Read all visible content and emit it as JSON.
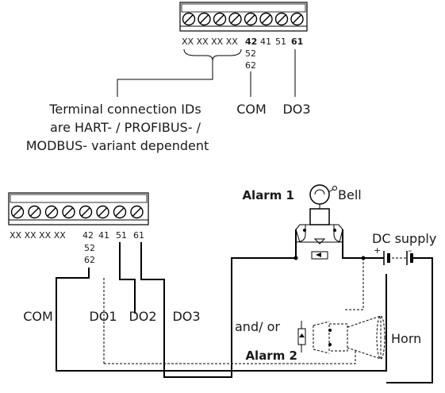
{
  "top_block": {
    "terminal_labels": [
      "XX XX XX XX",
      "42",
      "41",
      "51",
      "61"
    ],
    "sub_labels": [
      "52",
      "62"
    ],
    "callout_ids": [
      "Terminal connection IDs",
      "are HART- / PROFIBUS- /",
      "MODBUS- variant dependent"
    ],
    "com_label": "COM",
    "do3_label": "DO3"
  },
  "bottom_block": {
    "terminal_labels": [
      "XX XX XX XX",
      "42",
      "41",
      "51",
      "61"
    ],
    "sub_labels": [
      "52",
      "62"
    ],
    "com_label": "COM",
    "do1_label": "DO1",
    "do2_label": "DO2",
    "do3_label": "DO3",
    "alarm1_label": "Alarm 1",
    "bell_label": "Bell",
    "dc_supply_label": "DC supply",
    "plus_label": "+",
    "minus_label": "–",
    "andor_label": "and/ or",
    "horn_label": "Horn",
    "alarm2_label": "Alarm 2"
  }
}
